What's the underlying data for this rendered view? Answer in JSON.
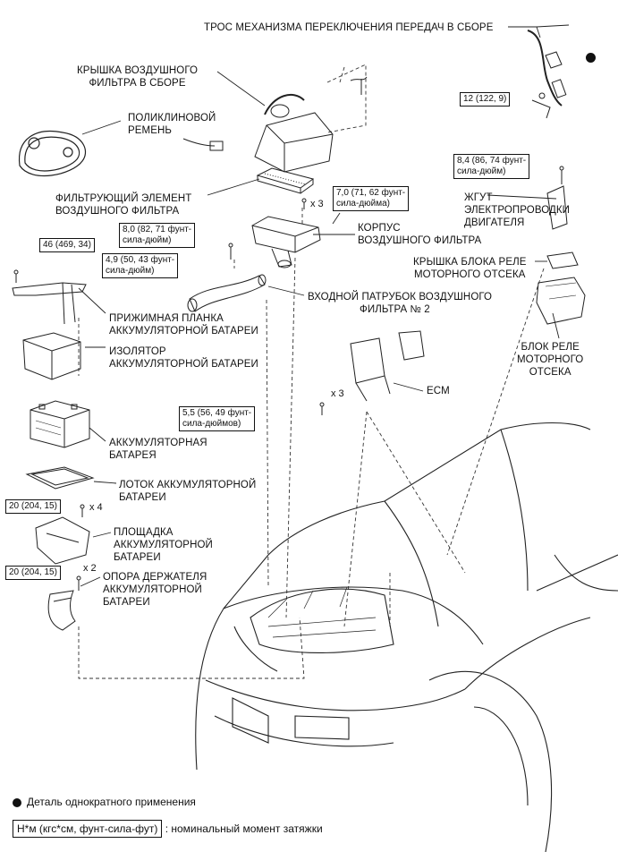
{
  "parts": {
    "shift_cable": "ТРОС МЕХАНИЗМА ПЕРЕКЛЮЧЕНИЯ ПЕРЕДАЧ В СБОРЕ",
    "air_cleaner_cap_1": "КРЫШКА ВОЗДУШНОГО",
    "air_cleaner_cap_2": "ФИЛЬТРА В СБОРЕ",
    "vbelt_1": "ПОЛИКЛИНОВОЙ",
    "vbelt_2": "РЕМЕНЬ",
    "filter_element_1": "ФИЛЬТРУЮЩИЙ ЭЛЕМЕНТ",
    "filter_element_2": "ВОЗДУШНОГО ФИЛЬТРА",
    "wire_harness_1": "ЖГУТ",
    "wire_harness_2": "ЭЛЕКТРОПРОВОДКИ",
    "wire_harness_3": "ДВИГАТЕЛЯ",
    "air_cleaner_case_1": "КОРПУС",
    "air_cleaner_case_2": "ВОЗДУШНОГО ФИЛЬТРА",
    "relay_cover_1": "КРЫШКА БЛОКА РЕЛЕ",
    "relay_cover_2": "МОТОРНОГО ОТСЕКА",
    "inlet_1": "ВХОДНОЙ ПАТРУБОК ВОЗДУШНОГО",
    "inlet_2": "ФИЛЬТРА № 2",
    "clamp_1": "ПРИЖИМНАЯ ПЛАНКА",
    "clamp_2": "АККУМУЛЯТОРНОЙ БАТАРЕИ",
    "relay_block_1": "БЛОК РЕЛЕ",
    "relay_block_2": "МОТОРНОГО",
    "relay_block_3": "ОТСЕКА",
    "insulator_1": "ИЗОЛЯТОР",
    "insulator_2": "АККУМУЛЯТОРНОЙ БАТАРЕИ",
    "ecm": "ECM",
    "battery_1": "АККУМУЛЯТОРНАЯ",
    "battery_2": "БАТАРЕЯ",
    "tray_1": "ЛОТОК АККУМУЛЯТОРНОЙ",
    "tray_2": "БАТАРЕИ",
    "carrier_1": "ПЛОЩАДКА",
    "carrier_2": "АККУМУЛЯТОРНОЙ",
    "carrier_3": "БАТАРЕИ",
    "support_1": "ОПОРА ДЕРЖАТЕЛЯ",
    "support_2": "АККУМУЛЯТОРНОЙ",
    "support_3": "БАТАРЕИ"
  },
  "torques": {
    "t_shift": "12 (122, 9)",
    "t_harness_1": "8,4 (86, 74 фунт-",
    "t_harness_2": "сила-дюйм)",
    "t_case_1": "7,0 (71, 62 фунт-",
    "t_case_2": "сила-дюйма)",
    "t_case_mult": "x 3",
    "t_inlet_1": "8,0 (82, 71 фунт-",
    "t_inlet_2": "сила-дюйм)",
    "t_clamp_top": "46 (469, 34)",
    "t_clamp_1": "4,9 (50, 43 фунт-",
    "t_clamp_2": "сила-дюйм)",
    "t_ecm_1": "5,5 (56, 49 фунт-",
    "t_ecm_2": "сила-дюймов)",
    "t_ecm_mult": "x 3",
    "t_carrier": "20 (204, 15)",
    "t_carrier_mult": "x 4",
    "t_support": "20 (204, 15)",
    "t_support_mult": "x 2"
  },
  "legend": {
    "non_reusable": "Деталь однократного применения",
    "torque_units": "Н*м (кгс*см, фунт-сила-фут)",
    "torque_desc": ": номинальный момент затяжки"
  }
}
